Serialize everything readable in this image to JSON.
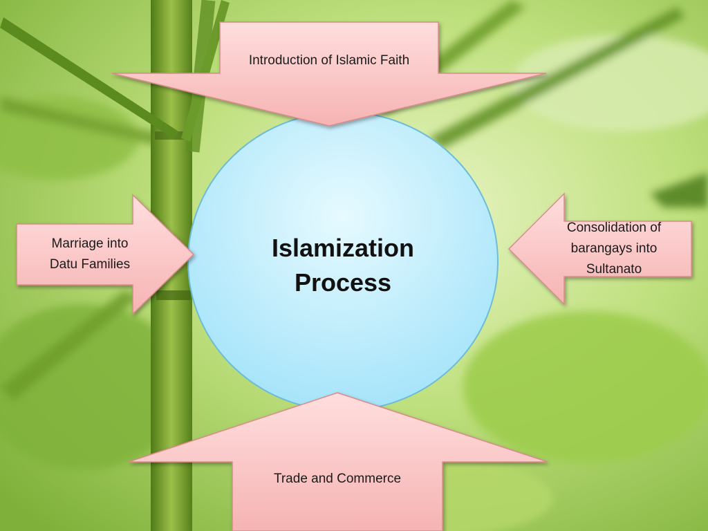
{
  "diagram": {
    "center": {
      "line1": "Islamization",
      "line2": "Process"
    },
    "arrows": {
      "top": "Introduction of Islamic Faith",
      "left": {
        "line1": "Marriage into",
        "line2": "Datu Families"
      },
      "right": {
        "line1": "Consolidation of",
        "line2": "barangays into",
        "line3": "Sultanato"
      },
      "bottom": "Trade and Commerce"
    }
  },
  "colors": {
    "arrow_fill": "#fbc4c4",
    "arrow_stroke": "#d98a8a",
    "circle_fill": "#bfeefd",
    "circle_stroke": "#6cbcd8",
    "background": "#b9dc7a"
  }
}
